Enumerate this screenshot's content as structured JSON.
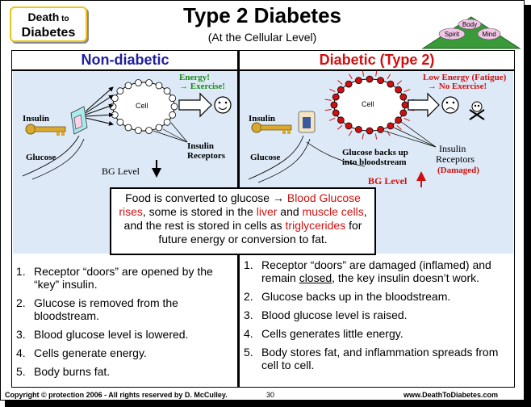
{
  "logo": {
    "line1_big": "Death",
    "line1_small": " to",
    "line2": "Diabetes"
  },
  "title": "Type 2 Diabetes",
  "subtitle": "(At the Cellular Level)",
  "triangle": {
    "top": "Body",
    "left": "Spirit",
    "right": "Mind"
  },
  "left_panel": {
    "heading": "Non-diabetic",
    "labels": {
      "energy1": "Energy!",
      "energy2": "→ Exercise!",
      "cell": "Cell",
      "insulin": "Insulin",
      "glucose": "Glucose",
      "receptors1": "Insulin",
      "receptors2": "Receptors",
      "bg_level": "BG Level"
    },
    "smiley": "☺",
    "steps": [
      {
        "num": "1.",
        "text": "Receptor “doors” are opened by the “key” insulin."
      },
      {
        "num": "2.",
        "text": "Glucose is removed from the bloodstream."
      },
      {
        "num": "3.",
        "text": "Blood glucose level is lowered."
      },
      {
        "num": "4.",
        "text": "Cells generate energy."
      },
      {
        "num": "5.",
        "text": "Body burns fat."
      }
    ]
  },
  "right_panel": {
    "heading": "Diabetic (Type 2)",
    "labels": {
      "low_energy1": "Low Energy (Fatigue)",
      "low_energy2": "→ No Exercise!",
      "cell": "Cell",
      "insulin": "Insulin",
      "glucose": "Glucose",
      "backs_up1": "Glucose backs up",
      "backs_up2": "into bloodstream",
      "receptors1": "Insulin",
      "receptors2": "Receptors",
      "receptors3": "(Damaged)",
      "bg_level": "BG Level"
    },
    "frown": "☹",
    "skull": "☠",
    "steps": [
      {
        "num": "1.",
        "text_a": "Receptor “doors” are damaged (inflamed) and remain ",
        "text_b": "closed",
        "text_c": ", the key insulin doesn’t work."
      },
      {
        "num": "2.",
        "text": "Glucose backs up in the bloodstream."
      },
      {
        "num": "3.",
        "text": "Blood glucose level is raised."
      },
      {
        "num": "4.",
        "text": "Cells generates little energy."
      },
      {
        "num": "5.",
        "text": "Body stores fat, and inflammation spreads from cell to cell."
      }
    ]
  },
  "food_box": {
    "p1": "Food is converted to glucose → ",
    "p2": "Blood Glucose rises",
    "p3": ", some is stored in the ",
    "p4": "liver",
    "p5": " and ",
    "p6": "muscle cells",
    "p7": ", and the rest is stored in cells as ",
    "p8": "triglycerides",
    "p9": " for future energy or conversion to fat."
  },
  "footer": {
    "left": "Copyright © protection 2006 - All rights reserved by D. McCulley.",
    "page": "30",
    "right": "www.DeathToDiabetes.com"
  },
  "colors": {
    "blue": "#1f1fa0",
    "red": "#d01010",
    "panel_bg": "#dde9f6",
    "triangle": "#3a9a3a",
    "logo_border": "#f0c419"
  }
}
